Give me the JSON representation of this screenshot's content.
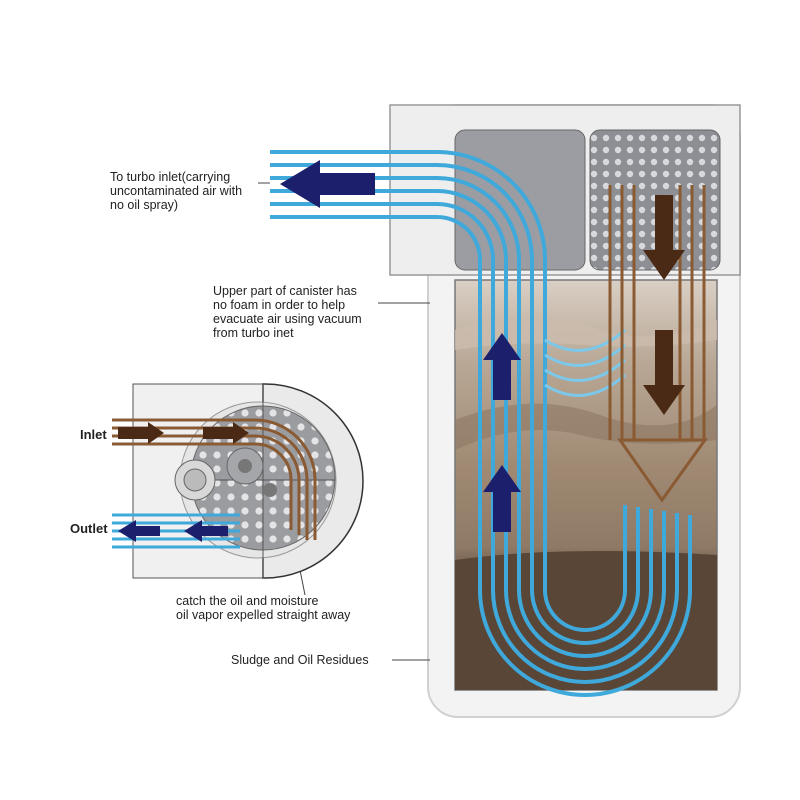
{
  "labels": {
    "turbo_inlet": "To turbo inlet(carrying\nuncontaminated air with\nno oil spray)",
    "upper_part": "Upper part of canister has\nno foam in order to help\nevacuate air using vacuum\nfrom turbo inet",
    "inlet": "Inlet",
    "outlet": "Outlet",
    "catch_oil": "catch the oil and moisture\noil vapor expelled straight away",
    "sludge": "Sludge and Oil Residues"
  },
  "colors": {
    "air_blue": "#3fa9dc",
    "arrow_navy": "#1c1f6b",
    "oil_brown": "#7a5030",
    "arrow_brown": "#4a2a14",
    "sludge": "#6d5a48",
    "canister_outline": "#888888"
  }
}
